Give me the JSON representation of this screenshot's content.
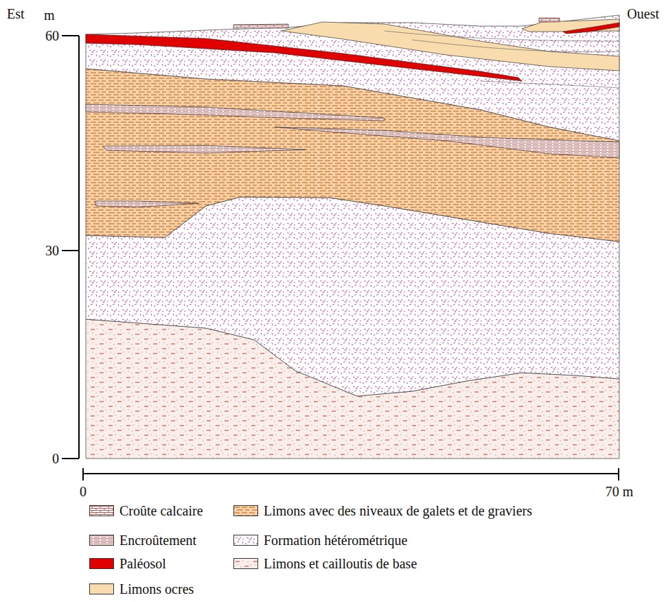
{
  "diagram": {
    "labels": [
      "Est",
      "m",
      "60",
      "30",
      "0",
      "Ouest",
      "0",
      "70 m"
    ],
    "legend": [
      {
        "text": "Croûte calcaire"
      },
      {
        "text": "Encroûtement"
      },
      {
        "text": "Paléosol",
        "color": "#e00000"
      },
      {
        "text": "Limons ocres",
        "color": "#f8dcae"
      },
      {
        "text": "Limons avec des niveaux de galets et de graviers"
      },
      {
        "text": "Formation hétérométrique"
      },
      {
        "text": "Limons et cailloutis de base"
      }
    ]
  }
}
